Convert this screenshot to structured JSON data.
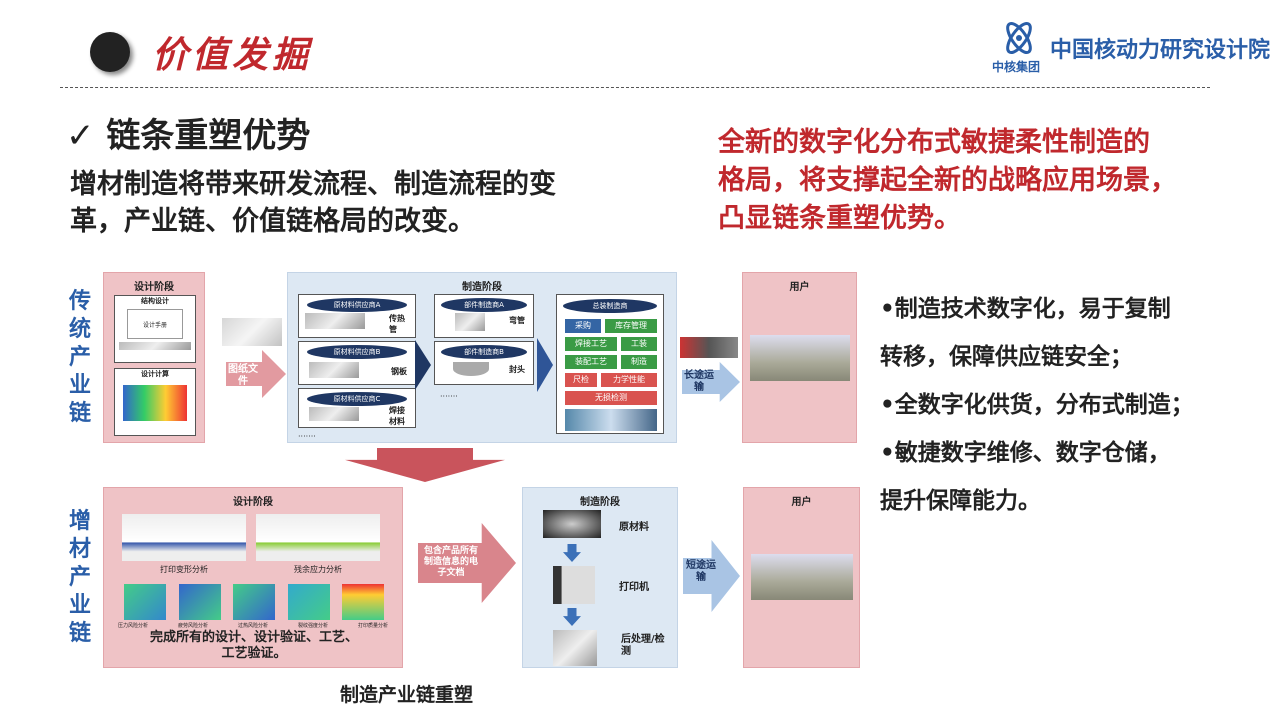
{
  "header": {
    "title": "价值发掘",
    "logo_name": "中国核动力研究设计院",
    "logo_sub": "中核集团"
  },
  "heading": {
    "check": "✓",
    "text": "链条重塑优势"
  },
  "subtitle": [
    "增材制造将带来研发流程、制造流程的变",
    "革，产业链、价值链格局的改变。"
  ],
  "highlight": [
    "全新的数字化分布式敏捷柔性制造的",
    "格局，将支撑起全新的战略应用场景，",
    "凸显链条重塑优势。"
  ],
  "bullets": [
    "•制造技术数字化，易于复制",
    "转移，保障供应链安全；",
    "•全数字化供货，分布式制造；",
    "•敏捷数字维修、数字仓储，",
    "提升保障能力。"
  ],
  "traditional": {
    "label": "传统产业链",
    "design": {
      "title": "设计阶段",
      "struct": "结构设计",
      "manual": "设计手册",
      "calc": "设计计算"
    },
    "drawing_arrow": "图纸文件",
    "mfg": {
      "title": "制造阶段",
      "suppliers": [
        {
          "name": "原材料供应商A",
          "item": "传热管"
        },
        {
          "name": "原材料供应商B",
          "item": "钢板"
        },
        {
          "name": "原材料供应商C",
          "item": "焊接材料"
        }
      ],
      "parts": [
        {
          "name": "部件制造商A",
          "item": "弯管"
        },
        {
          "name": "部件制造商B",
          "item": "封头"
        }
      ],
      "ellipsis": "·······",
      "final": {
        "name": "总装制造商",
        "tags": [
          "采购",
          "库存管理",
          "焊接工艺",
          "工装",
          "装配工艺",
          "制造",
          "尺检",
          "力学性能",
          "无损检测"
        ]
      }
    },
    "transport": "长途运输",
    "user": "用户"
  },
  "additive": {
    "label": "增材产业链",
    "design": {
      "title": "设计阶段",
      "analysis": [
        "打印变形分析",
        "残余应力分析"
      ],
      "small": [
        "压力风险分析",
        "疲劳风险分析",
        "过热风险分析",
        "裂纹强度分析",
        "打印质量分析"
      ],
      "summary": [
        "完成所有的设计、设计验证、工艺、",
        "工艺验证。"
      ]
    },
    "doc_arrow": "包含产品所有制造信息的电子文档",
    "mfg": {
      "title": "制造阶段",
      "steps": [
        "原材料",
        "打印机",
        "后处理/检测"
      ]
    },
    "transport": "短途运输",
    "user": "用户"
  },
  "caption": "制造产业链重塑"
}
